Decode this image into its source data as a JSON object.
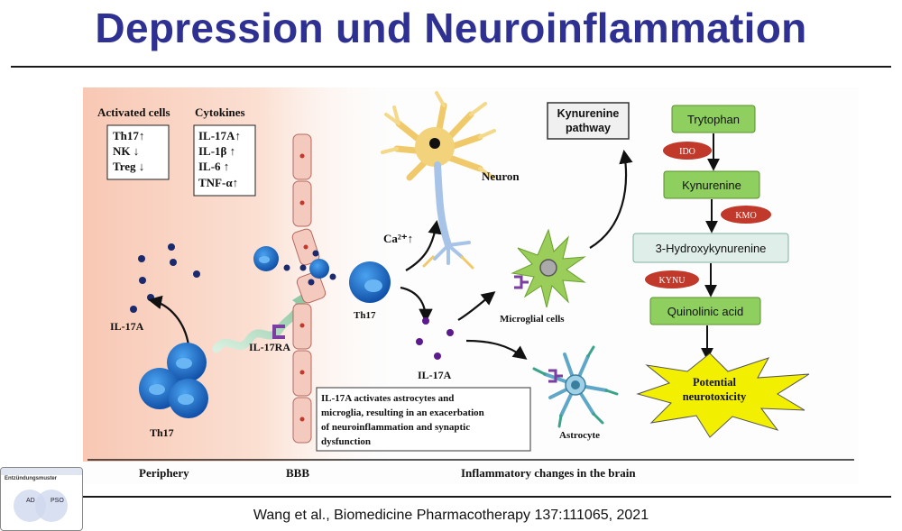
{
  "slide": {
    "title": "Depression und Neuroinflammation",
    "citation": "Wang et al., Biomedicine Pharmacotherapy 137:111065, 2021"
  },
  "figure": {
    "activated_cells": {
      "header": "Activated cells",
      "rows": [
        "Th17↑",
        "NK  ↓",
        "Treg ↓"
      ]
    },
    "cytokines": {
      "header": "Cytokines",
      "rows": [
        "IL-17A↑",
        "IL-1β  ↑",
        "IL-6    ↑",
        "TNF-α↑"
      ]
    },
    "labels": {
      "il17a_left": "IL-17A",
      "th17_left": "Th17",
      "il17ra": "IL-17RA",
      "th17_mid": "Th17",
      "ca": "Ca²⁺↑",
      "neuron": "Neuron",
      "microglia": "Microglial cells",
      "il17a_mid": "IL-17A",
      "astrocyte": "Astrocyte",
      "kynurenine_pathway": [
        "Kynurenine",
        "pathway"
      ]
    },
    "note": [
      "IL-17A activates astrocytes and",
      "microglia, resulting in an exacerbation",
      "of neuroinflammation and synaptic",
      "dysfunction"
    ],
    "pathway": {
      "steps": [
        "Trytophan",
        "Kynurenine",
        "3-Hydroxykynurenine",
        "Quinolinic acid"
      ],
      "enzymes": [
        "IDO",
        "KMO",
        "KYNU"
      ],
      "outcome": [
        "Potential",
        "neurotoxicity"
      ]
    },
    "regions": [
      "Periphery",
      "BBB",
      "Inflammatory changes in the brain"
    ],
    "colors": {
      "title": "#2e3192",
      "cell_blue": "#1f6ec9",
      "pathway_green": "#8fcf5f",
      "enzyme_red": "#c0392b",
      "burst_yellow": "#f2f000"
    }
  },
  "thumbnail": {
    "title": "Entzündungsmuster",
    "left": "AD",
    "right": "PSO"
  }
}
